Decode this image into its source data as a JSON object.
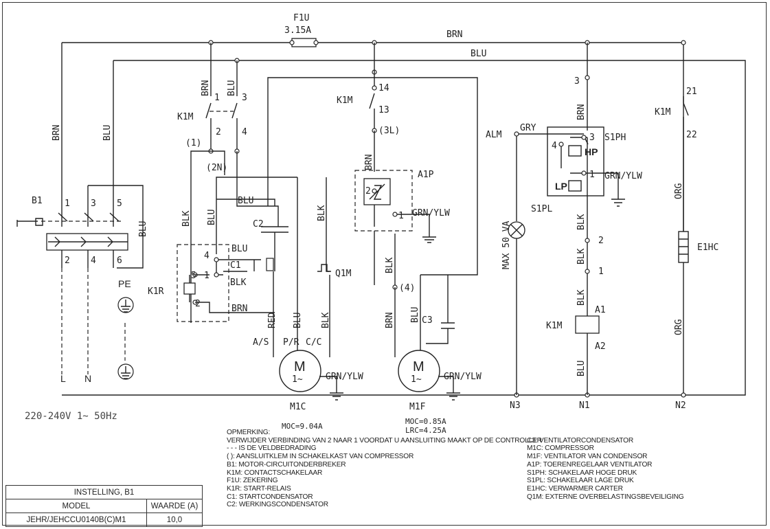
{
  "labels": {
    "f1u": "F1U",
    "f1u_rating": "3.15A",
    "brn": "BRN",
    "blu": "BLU",
    "blk": "BLK",
    "red": "RED",
    "gry": "GRY",
    "org": "ORG",
    "grn_ylw": "GRN/YLW",
    "b1": "B1",
    "k1m": "K1M",
    "k1r": "K1R",
    "a1p": "A1P",
    "alm": "ALM",
    "s1ph": "S1PH",
    "s1pl": "S1PL",
    "e1hc": "E1HC",
    "q1m": "Q1M",
    "c1": "C1",
    "c2": "C2",
    "c3": "C3",
    "hp": "HP",
    "lp": "LP",
    "pe": "PE",
    "l": "L",
    "n": "N",
    "m": "M",
    "one_phase": "1~",
    "m1c": "M1C",
    "m1f": "M1F",
    "as": "A/S",
    "pr": "P/R",
    "cc": "C/C",
    "n1": "N1",
    "n2": "N2",
    "n3": "N3",
    "a1": "A1",
    "a2": "A2",
    "t1": "(1)",
    "t2n": "(2N)",
    "t3l": "(3L)",
    "t4": "(4)",
    "max50va": "MAX 50 VA",
    "n_1": "1",
    "n_2": "2",
    "n_3": "3",
    "n_4": "4",
    "n_5": "5",
    "n_6": "6",
    "n_13": "13",
    "n_14": "14",
    "n_21": "21",
    "n_22": "22"
  },
  "supply": "220-240V 1~ 50Hz",
  "moc_m1c": "MOC=9.04A",
  "moc_m1f": "MOC=0.85A",
  "lrc_m1f": "LRC=4.25A",
  "notes": {
    "heading": "OPMERKING:",
    "line1": "VERWIJDER VERBINDING VAN 2 NAAR 1 VOORDAT U AANSLUITING MAAKT OP DE CONTROLLER",
    "left": [
      "- - - IS DE VELDBEDRADING",
      "( ): AANSLUITKLEM IN SCHAKELKAST VAN COMPRESSOR",
      "B1: MOTOR-CIRCUITONDERBREKER",
      "K1M: CONTACTSCHAKELAAR",
      "F1U: ZEKERING",
      "K1R: START-RELAIS",
      "C1: STARTCONDENSATOR",
      "C2: WERKINGSCONDENSATOR"
    ],
    "right": [
      "",
      "C3: VENTILATORCONDENSATOR",
      "M1C: COMPRESSOR",
      "M1F: VENTILATOR VAN CONDENSOR",
      "A1P: TOERENREGELAAR VENTILATOR",
      "S1PH: SCHAKELAAR HOGE DRUK",
      "S1PL: SCHAKELAAR LAGE DRUK",
      "E1HC: VERWARMER CARTER",
      "Q1M: EXTERNE OVERBELASTINGSBEVEILIGING"
    ]
  },
  "settings_table": {
    "title": "INSTELLING, B1",
    "headers": [
      "MODEL",
      "WAARDE (A)"
    ],
    "rows": [
      [
        "JEHR/JEHCCU0140B(C)M1",
        "10,0"
      ]
    ]
  }
}
